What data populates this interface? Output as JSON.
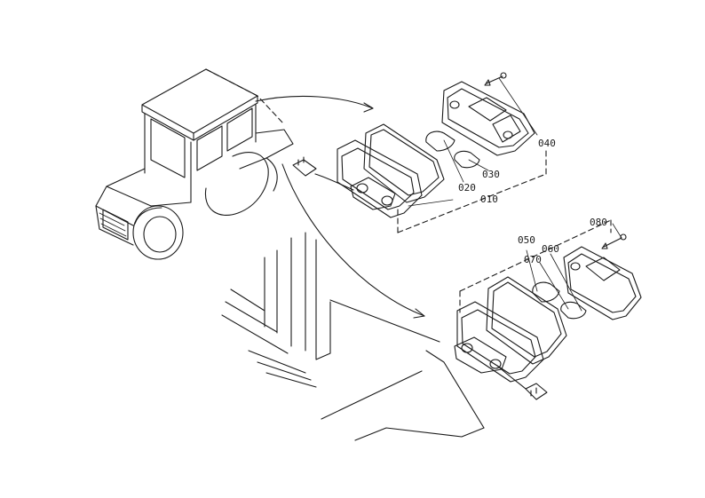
{
  "diagram": {
    "callouts": [
      {
        "id": "c010",
        "text": "010"
      },
      {
        "id": "c020",
        "text": "020"
      },
      {
        "id": "c030",
        "text": "030"
      },
      {
        "id": "c040",
        "text": "040"
      },
      {
        "id": "c050",
        "text": "050"
      },
      {
        "id": "c060",
        "text": "060"
      },
      {
        "id": "c070",
        "text": "070"
      },
      {
        "id": "c080",
        "text": "080"
      }
    ]
  }
}
